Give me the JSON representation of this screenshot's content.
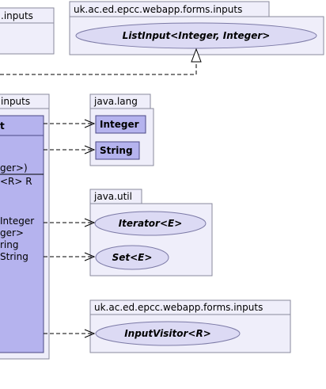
{
  "packages": {
    "left_top_label": ".inputs",
    "top_right_label": "uk.ac.ed.epcc.webapp.forms.inputs",
    "left_main_label": "inputs",
    "java_lang_label": "java.lang",
    "java_util_label": "java.util",
    "bottom_right_label": "uk.ac.ed.epcc.webapp.forms.inputs"
  },
  "main_class": {
    "name": "t",
    "members": [
      "ger>)",
      "<R> R",
      "Integer",
      "ger>",
      "ring",
      "String"
    ]
  },
  "interfaces": {
    "list_input": "ListInput<Integer, Integer>",
    "iterator": "Iterator<E>",
    "set": "Set<E>",
    "input_visitor": "InputVisitor<R>"
  },
  "classes": {
    "integer": "Integer",
    "string": "String"
  }
}
